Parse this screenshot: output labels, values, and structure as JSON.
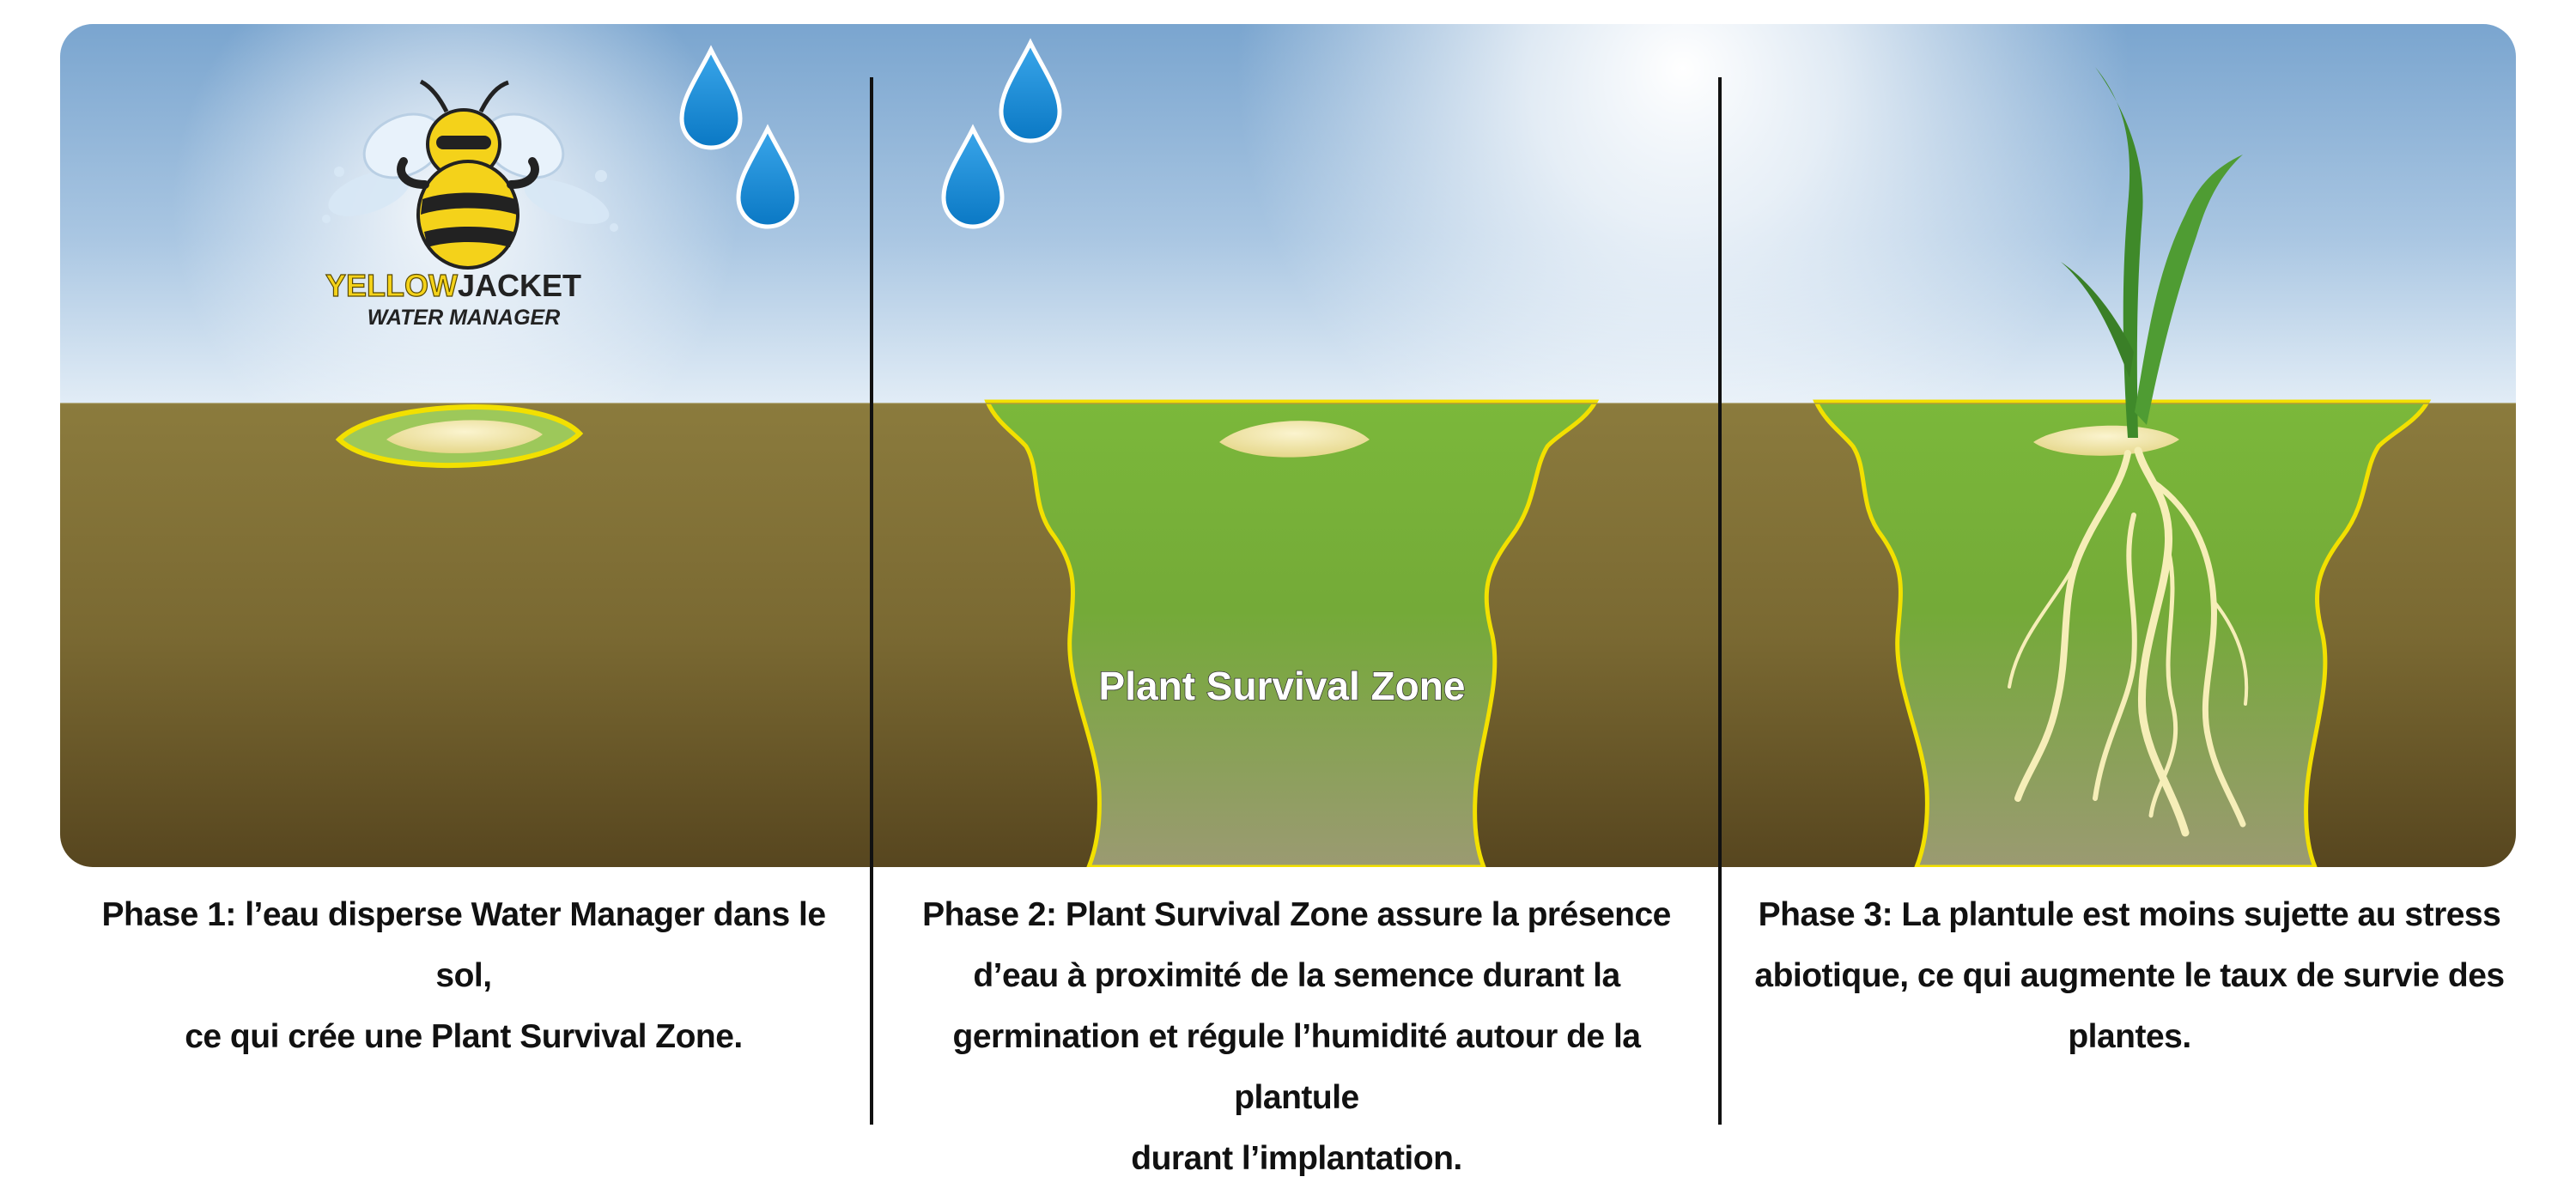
{
  "logo": {
    "brand_left": "YELLOW",
    "brand_right": "JACKET",
    "tagline": "WATER MANAGER"
  },
  "zone_label": "Plant Survival Zone",
  "captions": [
    {
      "phase": "Phase 1",
      "lines": [
        "Phase 1: l’eau disperse Water Manager dans le sol,",
        "ce qui crée une Plant Survival Zone."
      ]
    },
    {
      "phase": "Phase 2",
      "lines": [
        "Phase 2: Plant Survival Zone assure la présence",
        "d’eau à proximité de la semence durant la",
        "germination et régule l’humidité autour de la plantule",
        "durant l’implantation."
      ]
    },
    {
      "phase": "Phase 3",
      "lines": [
        "Phase 3: La plantule est moins sujette au stress",
        "abiotique, ce qui augmente le taux de survie des",
        "plantes."
      ]
    }
  ],
  "colors": {
    "sky_top": "#7ea8d0",
    "sky_bottom": "#dce9f4",
    "soil_top": "#8a7a3c",
    "soil_bottom": "#584622",
    "zone_green": "#6ca82e",
    "zone_outline": "#f2e000",
    "seed": "#f4eab0",
    "water_drop": "#1a8fd8",
    "divider": "#111111"
  }
}
